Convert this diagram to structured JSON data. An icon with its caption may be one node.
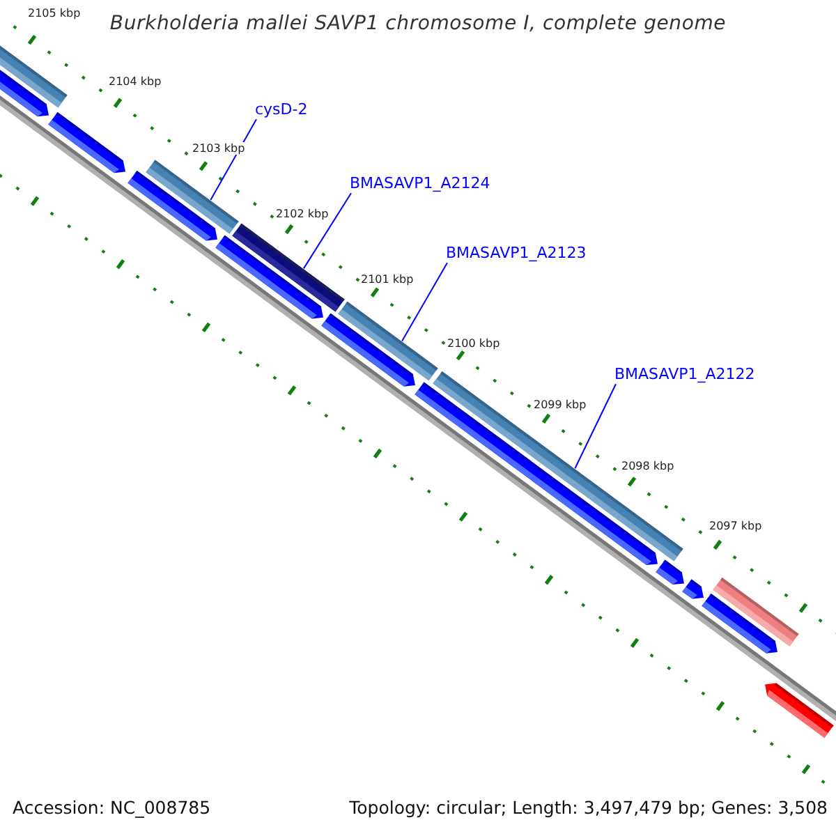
{
  "diagram": {
    "title": "Burkholderia mallei SAVP1 chromosome I, complete genome",
    "nodes": [
      {
        "text": [
          "cysD-2"
        ]
      },
      {
        "text": [
          "BMASAVP1_A2124"
        ]
      },
      {
        "text": [
          "BMASAVP1_A2123"
        ]
      },
      {
        "text": [
          "BMASAVP1_A2122"
        ]
      },
      {
        "text": [],
        "shape": "bar"
      },
      {
        "text": [],
        "shape": "pentagon"
      },
      {
        "text": [],
        "shape": "pentagon"
      },
      {
        "text": [],
        "shape": "pentagon"
      },
      {
        "text": [],
        "shape": "bar"
      },
      {
        "text": [],
        "shape": "pentagon"
      },
      {
        "text": [],
        "shape": "bar"
      },
      {
        "text": [],
        "shape": "pentagon"
      },
      {
        "text": [],
        "shape": "bar"
      },
      {
        "text": [],
        "shape": "pentagon"
      },
      {
        "text": [],
        "shape": "bar"
      },
      {
        "text": [],
        "shape": "pentagon"
      },
      {
        "text": [],
        "shape": "pentagon"
      },
      {
        "text": [],
        "shape": "pentagon"
      },
      {
        "text": [],
        "shape": "bar"
      },
      {
        "text": [],
        "shape": "pentagon"
      }
    ],
    "edges": [
      {
        "from": 0,
        "to": 8,
        "arrow": "none"
      },
      {
        "from": 1,
        "to": 10,
        "arrow": "none"
      },
      {
        "from": 2,
        "to": 12,
        "arrow": "none"
      },
      {
        "from": 3,
        "to": 14,
        "arrow": "none"
      }
    ],
    "labels": [
      "2105 kbp",
      "2104 kbp",
      "2103 kbp",
      "2102 kbp",
      "2101 kbp",
      "2100 kbp",
      "2099 kbp",
      "2098 kbp",
      "2097 kbp",
      "Accession: NC_008785",
      "Topology: circular; Length: 3,497,479 bp; Genes: 3,508"
    ]
  }
}
